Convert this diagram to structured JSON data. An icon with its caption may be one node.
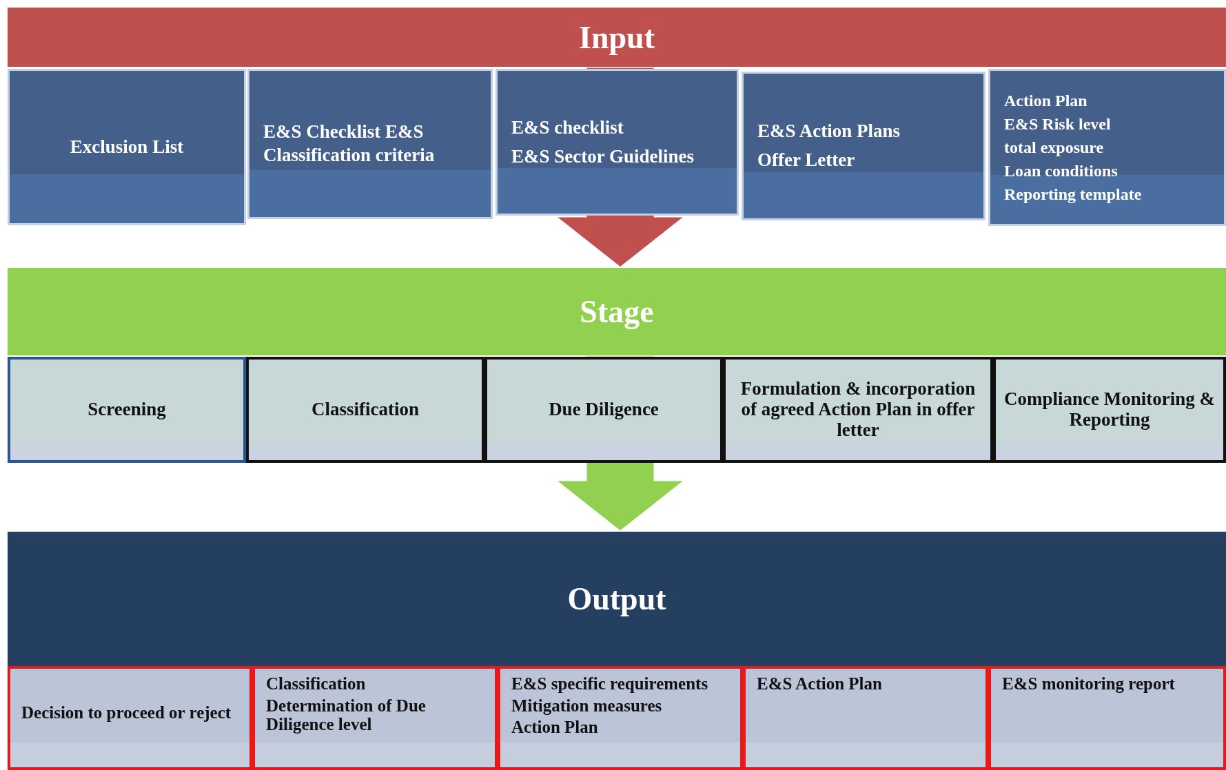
{
  "diagram": {
    "nodes": [
      {
        "text": [
          "Input"
        ]
      },
      {
        "text": [
          "Exclusion List"
        ]
      },
      {
        "text": [
          "E&S Checklist E&S Classification criteria"
        ]
      },
      {
        "text": [
          "E&S checklist",
          "E&S Sector Guidelines"
        ]
      },
      {
        "text": [
          "E&S Action Plans",
          "Offer Letter"
        ]
      },
      {
        "text": [
          "Action Plan",
          "E&S Risk level",
          "total exposure",
          "Loan conditions",
          "Reporting template"
        ]
      },
      {
        "text": [
          "Stage"
        ]
      },
      {
        "text": [
          "Screening"
        ]
      },
      {
        "text": [
          "Classification"
        ]
      },
      {
        "text": [
          "Due Diligence"
        ]
      },
      {
        "text": [
          "Formulation & incorporation of agreed Action Plan in offer letter"
        ]
      },
      {
        "text": [
          "Compliance Monitoring & Reporting"
        ]
      },
      {
        "text": [
          "Output"
        ]
      },
      {
        "text": [
          "Decision to proceed or reject"
        ]
      },
      {
        "text": [
          "Classification",
          "Determination of Due Diligence level"
        ]
      },
      {
        "text": [
          "E&S specific requirements",
          "Mitigation measures",
          "Action Plan"
        ]
      },
      {
        "text": [
          "E&S Action Plan"
        ]
      },
      {
        "text": [
          "E&S monitoring report"
        ]
      }
    ],
    "edges": [
      {
        "from": 0,
        "to": 6,
        "arrow": "to",
        "style": "thick",
        "color": "#c0504d"
      },
      {
        "from": 6,
        "to": 12,
        "arrow": "to",
        "style": "thick",
        "color": "#92d050"
      }
    ]
  }
}
